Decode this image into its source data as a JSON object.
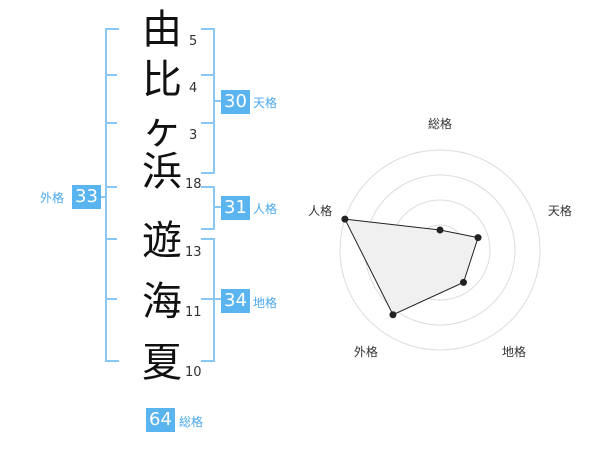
{
  "name": {
    "chars": [
      {
        "char": "由",
        "strokes": "5"
      },
      {
        "char": "比",
        "strokes": "4"
      },
      {
        "char": "ヶ",
        "strokes": "3"
      },
      {
        "char": "浜",
        "strokes": "18"
      },
      {
        "char": "遊",
        "strokes": "13"
      },
      {
        "char": "海",
        "strokes": "11"
      },
      {
        "char": "夏",
        "strokes": "10"
      }
    ]
  },
  "kakusu": {
    "tenkaku": {
      "value": "30",
      "label": "天格"
    },
    "jinkaku": {
      "value": "31",
      "label": "人格"
    },
    "chikaku": {
      "value": "34",
      "label": "地格"
    },
    "gaikaku": {
      "value": "33",
      "label": "外格"
    },
    "soukaku": {
      "value": "64",
      "label": "総格"
    }
  },
  "chart_data": {
    "type": "radar",
    "axes": [
      "総格",
      "天格",
      "地格",
      "外格",
      "人格"
    ],
    "values": [
      1,
      2,
      2,
      4,
      5
    ],
    "max": 5,
    "rings": 4,
    "colors": {
      "fill": "#f0f0f0",
      "stroke": "#222222",
      "grid": "#dddddd"
    }
  },
  "colors": {
    "accent": "#5ab4f0",
    "bracket": "#88c8f2"
  }
}
